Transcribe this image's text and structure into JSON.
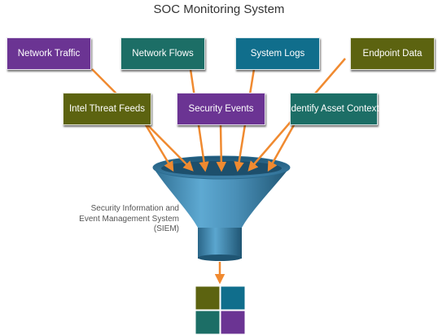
{
  "title": "SOC Monitoring System",
  "sources": [
    {
      "id": "network-traffic",
      "label": "Network Traffic",
      "color": "#6B3493"
    },
    {
      "id": "network-flows",
      "label": "Network Flows",
      "color": "#1C6E66"
    },
    {
      "id": "system-logs",
      "label": "System Logs",
      "color": "#106E8C"
    },
    {
      "id": "endpoint-data",
      "label": "Endpoint Data",
      "color": "#5C6310"
    },
    {
      "id": "intel-threat-feeds",
      "label": "Intel Threat Feeds",
      "color": "#5C6310"
    },
    {
      "id": "security-events",
      "label": "Security Events",
      "color": "#6B3493"
    },
    {
      "id": "identify-asset-context",
      "label": "Identify Asset Context",
      "color": "#1C6E66"
    }
  ],
  "siem_label": {
    "line1": "Security Information and",
    "line2": "Event Management System",
    "line3": "(SIEM)"
  },
  "output_tiles": [
    "#5C6310",
    "#106E8C",
    "#1C6E66",
    "#6B3493"
  ],
  "arrow_color": "#F08A30",
  "funnel_color": "#4A90B8"
}
